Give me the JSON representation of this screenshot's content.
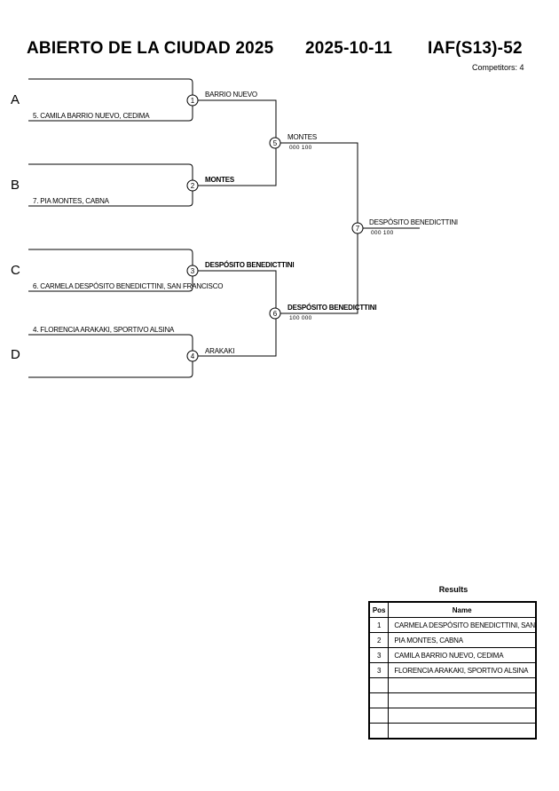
{
  "header": {
    "tournament": "ABIERTO DE LA CIUDAD 2025",
    "date": "2025-10-11",
    "category": "IAF(S13)-52",
    "competitors": "Competitors: 4"
  },
  "pools": [
    "A",
    "B",
    "C",
    "D"
  ],
  "entries": {
    "a_bottom": "5. CAMILA BARRIO NUEVO, CEDIMA",
    "b_bottom": "7. PIA MONTES, CABNA",
    "c_bottom": "6. CARMELA DESPÓSITO BENEDICTTINI, SAN FRANCISCO",
    "d_top": "4. FLORENCIA ARAKAKI, SPORTIVO ALSINA"
  },
  "matches": [
    {
      "num": "1",
      "winner": "BARRIO NUEVO",
      "score": ""
    },
    {
      "num": "2",
      "winner": "MONTES",
      "score": ""
    },
    {
      "num": "3",
      "winner": "DESPÓSITO BENEDICTTINI",
      "score": ""
    },
    {
      "num": "4",
      "winner": "ARAKAKI",
      "score": ""
    },
    {
      "num": "5",
      "winner": "MONTES",
      "score": "000   100"
    },
    {
      "num": "6",
      "winner": "DESPÓSITO BENEDICTTINI",
      "score": "100   000"
    },
    {
      "num": "7",
      "winner": "DESPÓSITO BENEDICTTINI",
      "score": "000   100"
    }
  ],
  "results": {
    "title": "Results",
    "col_pos": "Pos",
    "col_name": "Name",
    "rows": [
      {
        "pos": "1",
        "name": "CARMELA DESPÓSITO BENEDICTTINI, SAN"
      },
      {
        "pos": "2",
        "name": "PIA MONTES, CABNA"
      },
      {
        "pos": "3",
        "name": "CAMILA BARRIO NUEVO, CEDIMA"
      },
      {
        "pos": "3",
        "name": "FLORENCIA ARAKAKI, SPORTIVO ALSINA"
      },
      {
        "pos": "",
        "name": ""
      },
      {
        "pos": "",
        "name": ""
      },
      {
        "pos": "",
        "name": ""
      },
      {
        "pos": "",
        "name": ""
      }
    ]
  }
}
